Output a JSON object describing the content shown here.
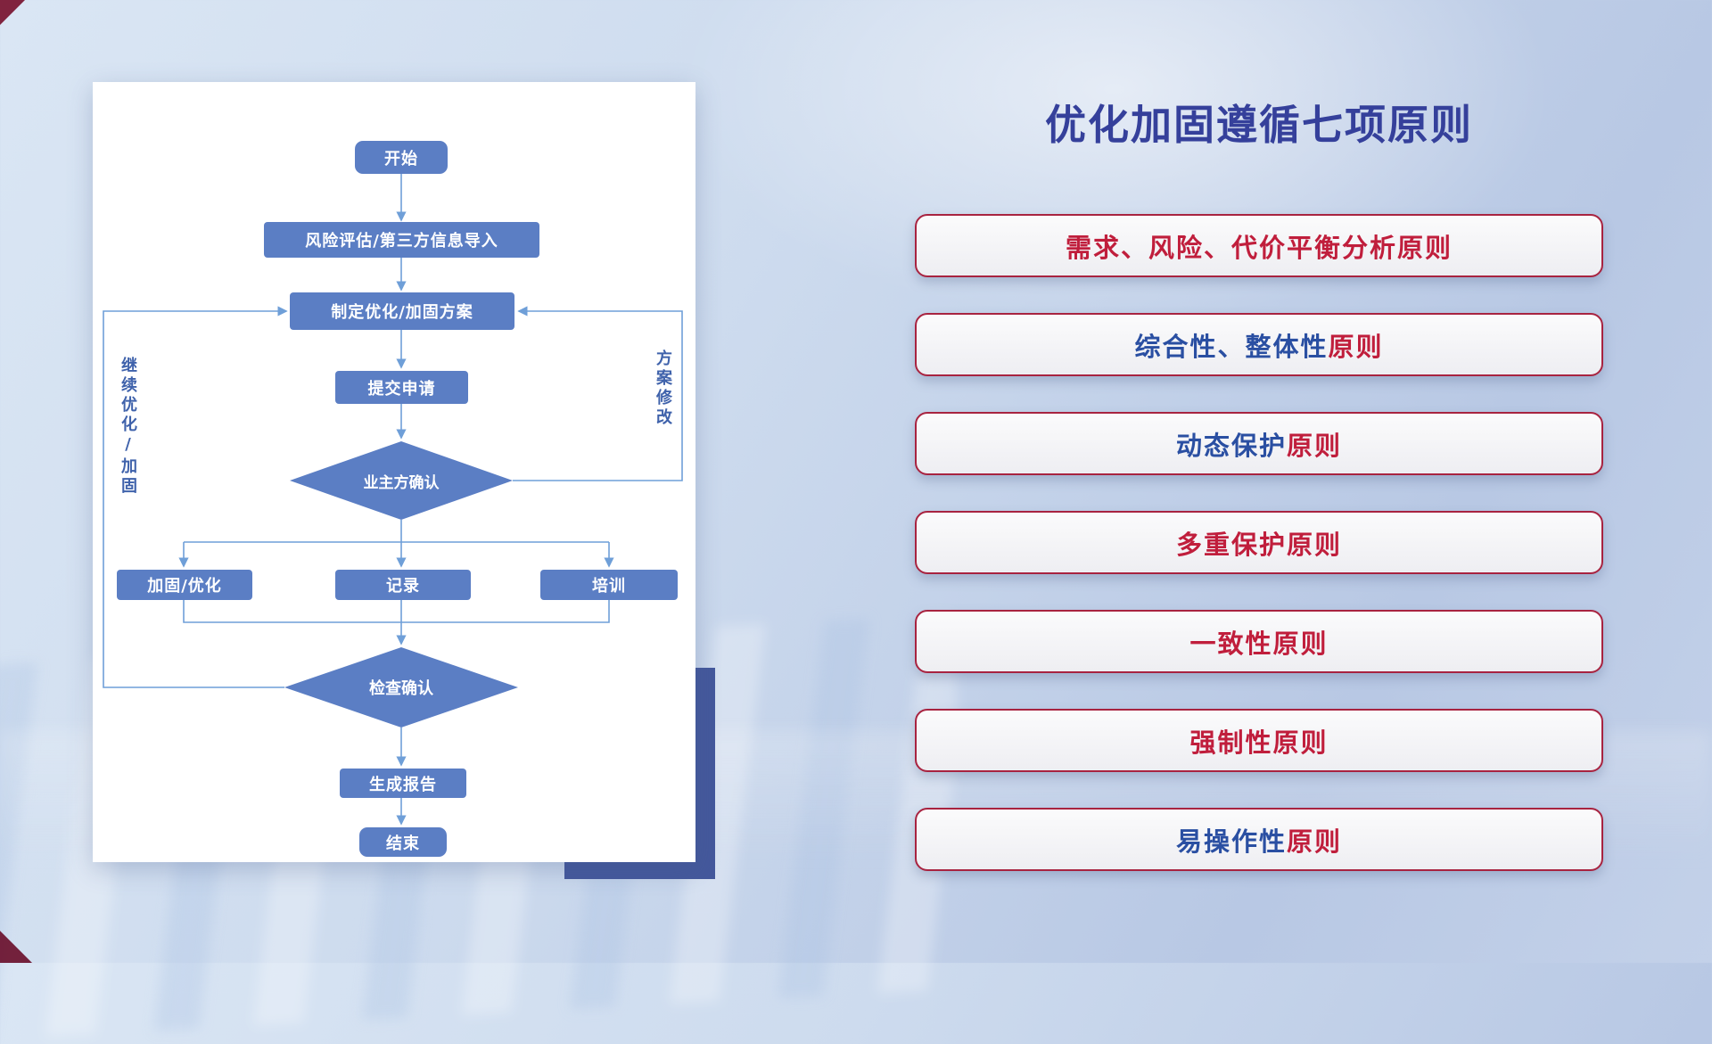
{
  "flowchart": {
    "nodes": {
      "start": "开始",
      "risk_import": "风险评估/第三方信息导入",
      "make_plan": "制定优化/加固方案",
      "submit": "提交申请",
      "owner_confirm": "业主方确认",
      "reinforce": "加固/优化",
      "record": "记录",
      "training": "培训",
      "check_confirm": "检查确认",
      "report": "生成报告",
      "end": "结束"
    },
    "loop_labels": {
      "continue_optimize": "继续优化/加固",
      "plan_revise": "方案修改"
    },
    "colors": {
      "node_fill": "#5b7ec4",
      "connector": "#6f9fd8",
      "card_back_rect": "#44589c"
    }
  },
  "principles": {
    "title": "优化加固遵循七项原则",
    "items": [
      {
        "lead": "需求、风险、代价平衡分析",
        "suffix": "原则",
        "lead_color": "#c01e3c",
        "suffix_color": "#c01e3c"
      },
      {
        "lead": "综合性、整体性",
        "suffix": "原则",
        "lead_color": "#2a4fa2",
        "suffix_color": "#c01e3c"
      },
      {
        "lead": "动态保护",
        "suffix": "原则",
        "lead_color": "#2a4fa2",
        "suffix_color": "#c01e3c"
      },
      {
        "lead": "多重保护",
        "suffix": "原则",
        "lead_color": "#c01e3c",
        "suffix_color": "#c01e3c"
      },
      {
        "lead": "一致性",
        "suffix": "原则",
        "lead_color": "#c01e3c",
        "suffix_color": "#c01e3c"
      },
      {
        "lead": "强制性",
        "suffix": "原则",
        "lead_color": "#c01e3c",
        "suffix_color": "#c01e3c"
      },
      {
        "lead": "易操作性",
        "suffix": "原则",
        "lead_color": "#2a4fa2",
        "suffix_color": "#c01e3c"
      }
    ],
    "colors": {
      "title": "#35409b",
      "box_border": "#a82340",
      "text_red": "#c01e3c",
      "text_blue": "#2a4fa2"
    }
  }
}
